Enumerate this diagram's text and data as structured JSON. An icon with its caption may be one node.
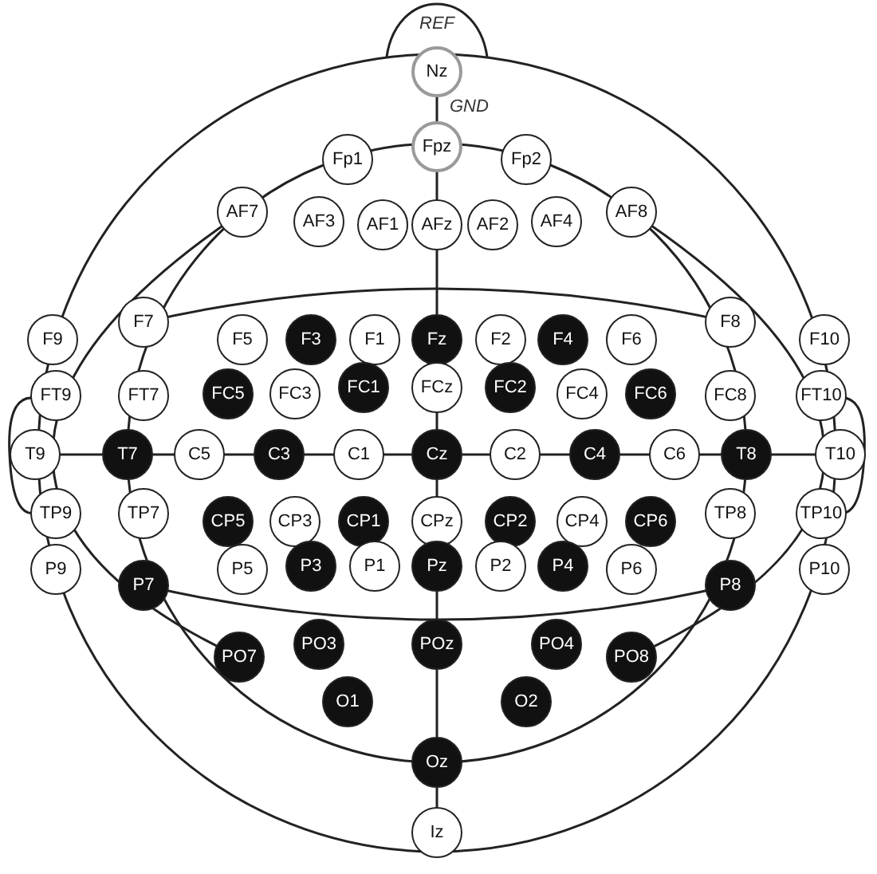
{
  "diagram": {
    "nodes": [
      {
        "text": [
          "Nz"
        ],
        "beside": [
          "REF"
        ]
      },
      {
        "text": [
          "Fpz"
        ],
        "beside": [
          "GND"
        ]
      },
      {
        "text": [
          "Fp1"
        ]
      },
      {
        "text": [
          "Fp2"
        ]
      },
      {
        "text": [
          "AF7"
        ]
      },
      {
        "text": [
          "AF3"
        ]
      },
      {
        "text": [
          "AF1"
        ]
      },
      {
        "text": [
          "AFz"
        ]
      },
      {
        "text": [
          "AF2"
        ]
      },
      {
        "text": [
          "AF4"
        ]
      },
      {
        "text": [
          "AF8"
        ]
      },
      {
        "text": [
          "F9"
        ]
      },
      {
        "text": [
          "F7"
        ]
      },
      {
        "text": [
          "F5"
        ]
      },
      {
        "text": [
          "F3"
        ]
      },
      {
        "text": [
          "F1"
        ]
      },
      {
        "text": [
          "Fz"
        ]
      },
      {
        "text": [
          "F2"
        ]
      },
      {
        "text": [
          "F4"
        ]
      },
      {
        "text": [
          "F6"
        ]
      },
      {
        "text": [
          "F8"
        ]
      },
      {
        "text": [
          "F10"
        ]
      },
      {
        "text": [
          "FT9"
        ]
      },
      {
        "text": [
          "FT7"
        ]
      },
      {
        "text": [
          "FC5"
        ]
      },
      {
        "text": [
          "FC3"
        ]
      },
      {
        "text": [
          "FC1"
        ]
      },
      {
        "text": [
          "FCz"
        ]
      },
      {
        "text": [
          "FC2"
        ]
      },
      {
        "text": [
          "FC4"
        ]
      },
      {
        "text": [
          "FC6"
        ]
      },
      {
        "text": [
          "FC8"
        ]
      },
      {
        "text": [
          "FT10"
        ]
      },
      {
        "text": [
          "T9"
        ]
      },
      {
        "text": [
          "T7"
        ]
      },
      {
        "text": [
          "C5"
        ]
      },
      {
        "text": [
          "C3"
        ]
      },
      {
        "text": [
          "C1"
        ]
      },
      {
        "text": [
          "Cz"
        ]
      },
      {
        "text": [
          "C2"
        ]
      },
      {
        "text": [
          "C4"
        ]
      },
      {
        "text": [
          "C6"
        ]
      },
      {
        "text": [
          "T8"
        ]
      },
      {
        "text": [
          "T10"
        ]
      },
      {
        "text": [
          "TP9"
        ]
      },
      {
        "text": [
          "TP7"
        ]
      },
      {
        "text": [
          "CP5"
        ]
      },
      {
        "text": [
          "CP3"
        ]
      },
      {
        "text": [
          "CP1"
        ]
      },
      {
        "text": [
          "CPz"
        ]
      },
      {
        "text": [
          "CP2"
        ]
      },
      {
        "text": [
          "CP4"
        ]
      },
      {
        "text": [
          "CP6"
        ]
      },
      {
        "text": [
          "TP8"
        ]
      },
      {
        "text": [
          "TP10"
        ]
      },
      {
        "text": [
          "P9"
        ]
      },
      {
        "text": [
          "P7"
        ]
      },
      {
        "text": [
          "P5"
        ]
      },
      {
        "text": [
          "P3"
        ]
      },
      {
        "text": [
          "P1"
        ]
      },
      {
        "text": [
          "Pz"
        ]
      },
      {
        "text": [
          "P2"
        ]
      },
      {
        "text": [
          "P4"
        ]
      },
      {
        "text": [
          "P6"
        ]
      },
      {
        "text": [
          "P8"
        ]
      },
      {
        "text": [
          "P10"
        ]
      },
      {
        "text": [
          "PO7"
        ]
      },
      {
        "text": [
          "PO3"
        ]
      },
      {
        "text": [
          "POz"
        ]
      },
      {
        "text": [
          "PO4"
        ]
      },
      {
        "text": [
          "PO8"
        ]
      },
      {
        "text": [
          "O1"
        ]
      },
      {
        "text": [
          "Oz"
        ]
      },
      {
        "text": [
          "O2"
        ]
      },
      {
        "text": [
          "Iz"
        ]
      }
    ]
  }
}
